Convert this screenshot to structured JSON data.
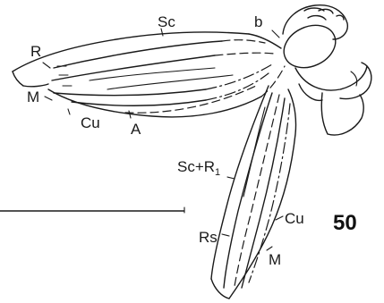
{
  "figure": {
    "number": "50"
  },
  "labels": {
    "sc": "Sc",
    "b": "b",
    "r": "R",
    "m_forewing": "M",
    "cu_forewing": "Cu",
    "a": "A",
    "sc_r1": "Sc+R",
    "sc_r1_subscript": "1",
    "cu_hindwing": "Cu",
    "rs": "Rs",
    "m_hindwing": "M"
  },
  "colors": {
    "ink": "#1a1a1a",
    "background": "#ffffff"
  }
}
